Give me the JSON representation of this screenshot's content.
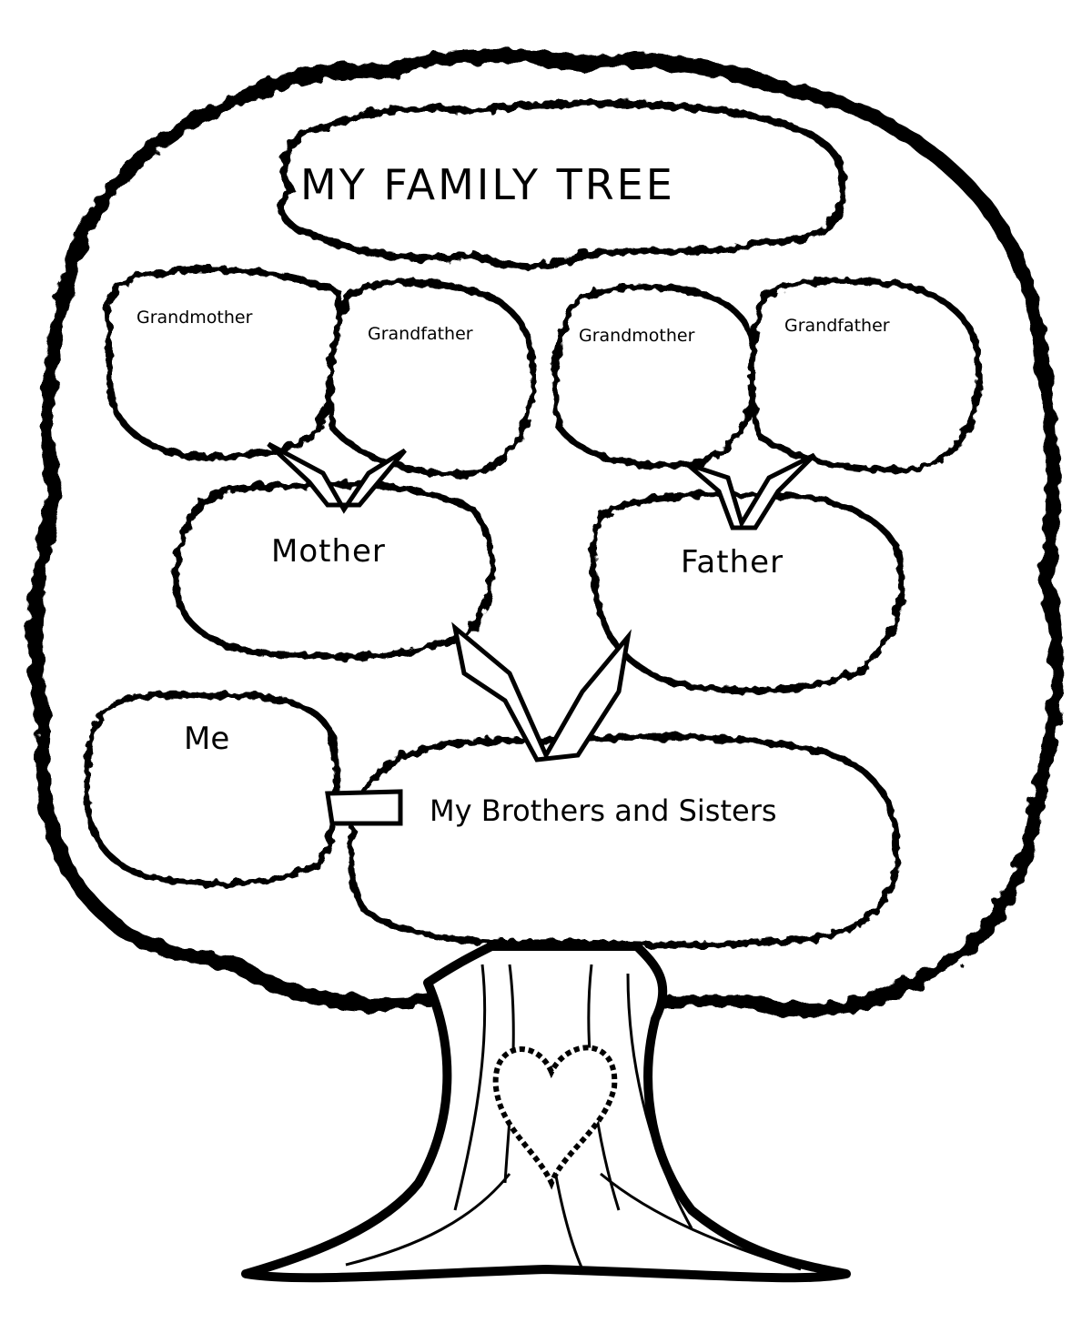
{
  "title": "MY FAMILY TREE",
  "grandparents": {
    "maternal": {
      "grandmother": "Grandmother",
      "grandfather": "Grandfather"
    },
    "paternal": {
      "grandmother": "Grandmother",
      "grandfather": "Grandfather"
    }
  },
  "parents": {
    "mother": "Mother",
    "father": "Father"
  },
  "me": "Me",
  "siblings": "My Brothers and Sisters",
  "icons": {
    "trunk_heart": "heart-icon"
  },
  "colors": {
    "ink": "#000000",
    "paper": "#ffffff"
  }
}
